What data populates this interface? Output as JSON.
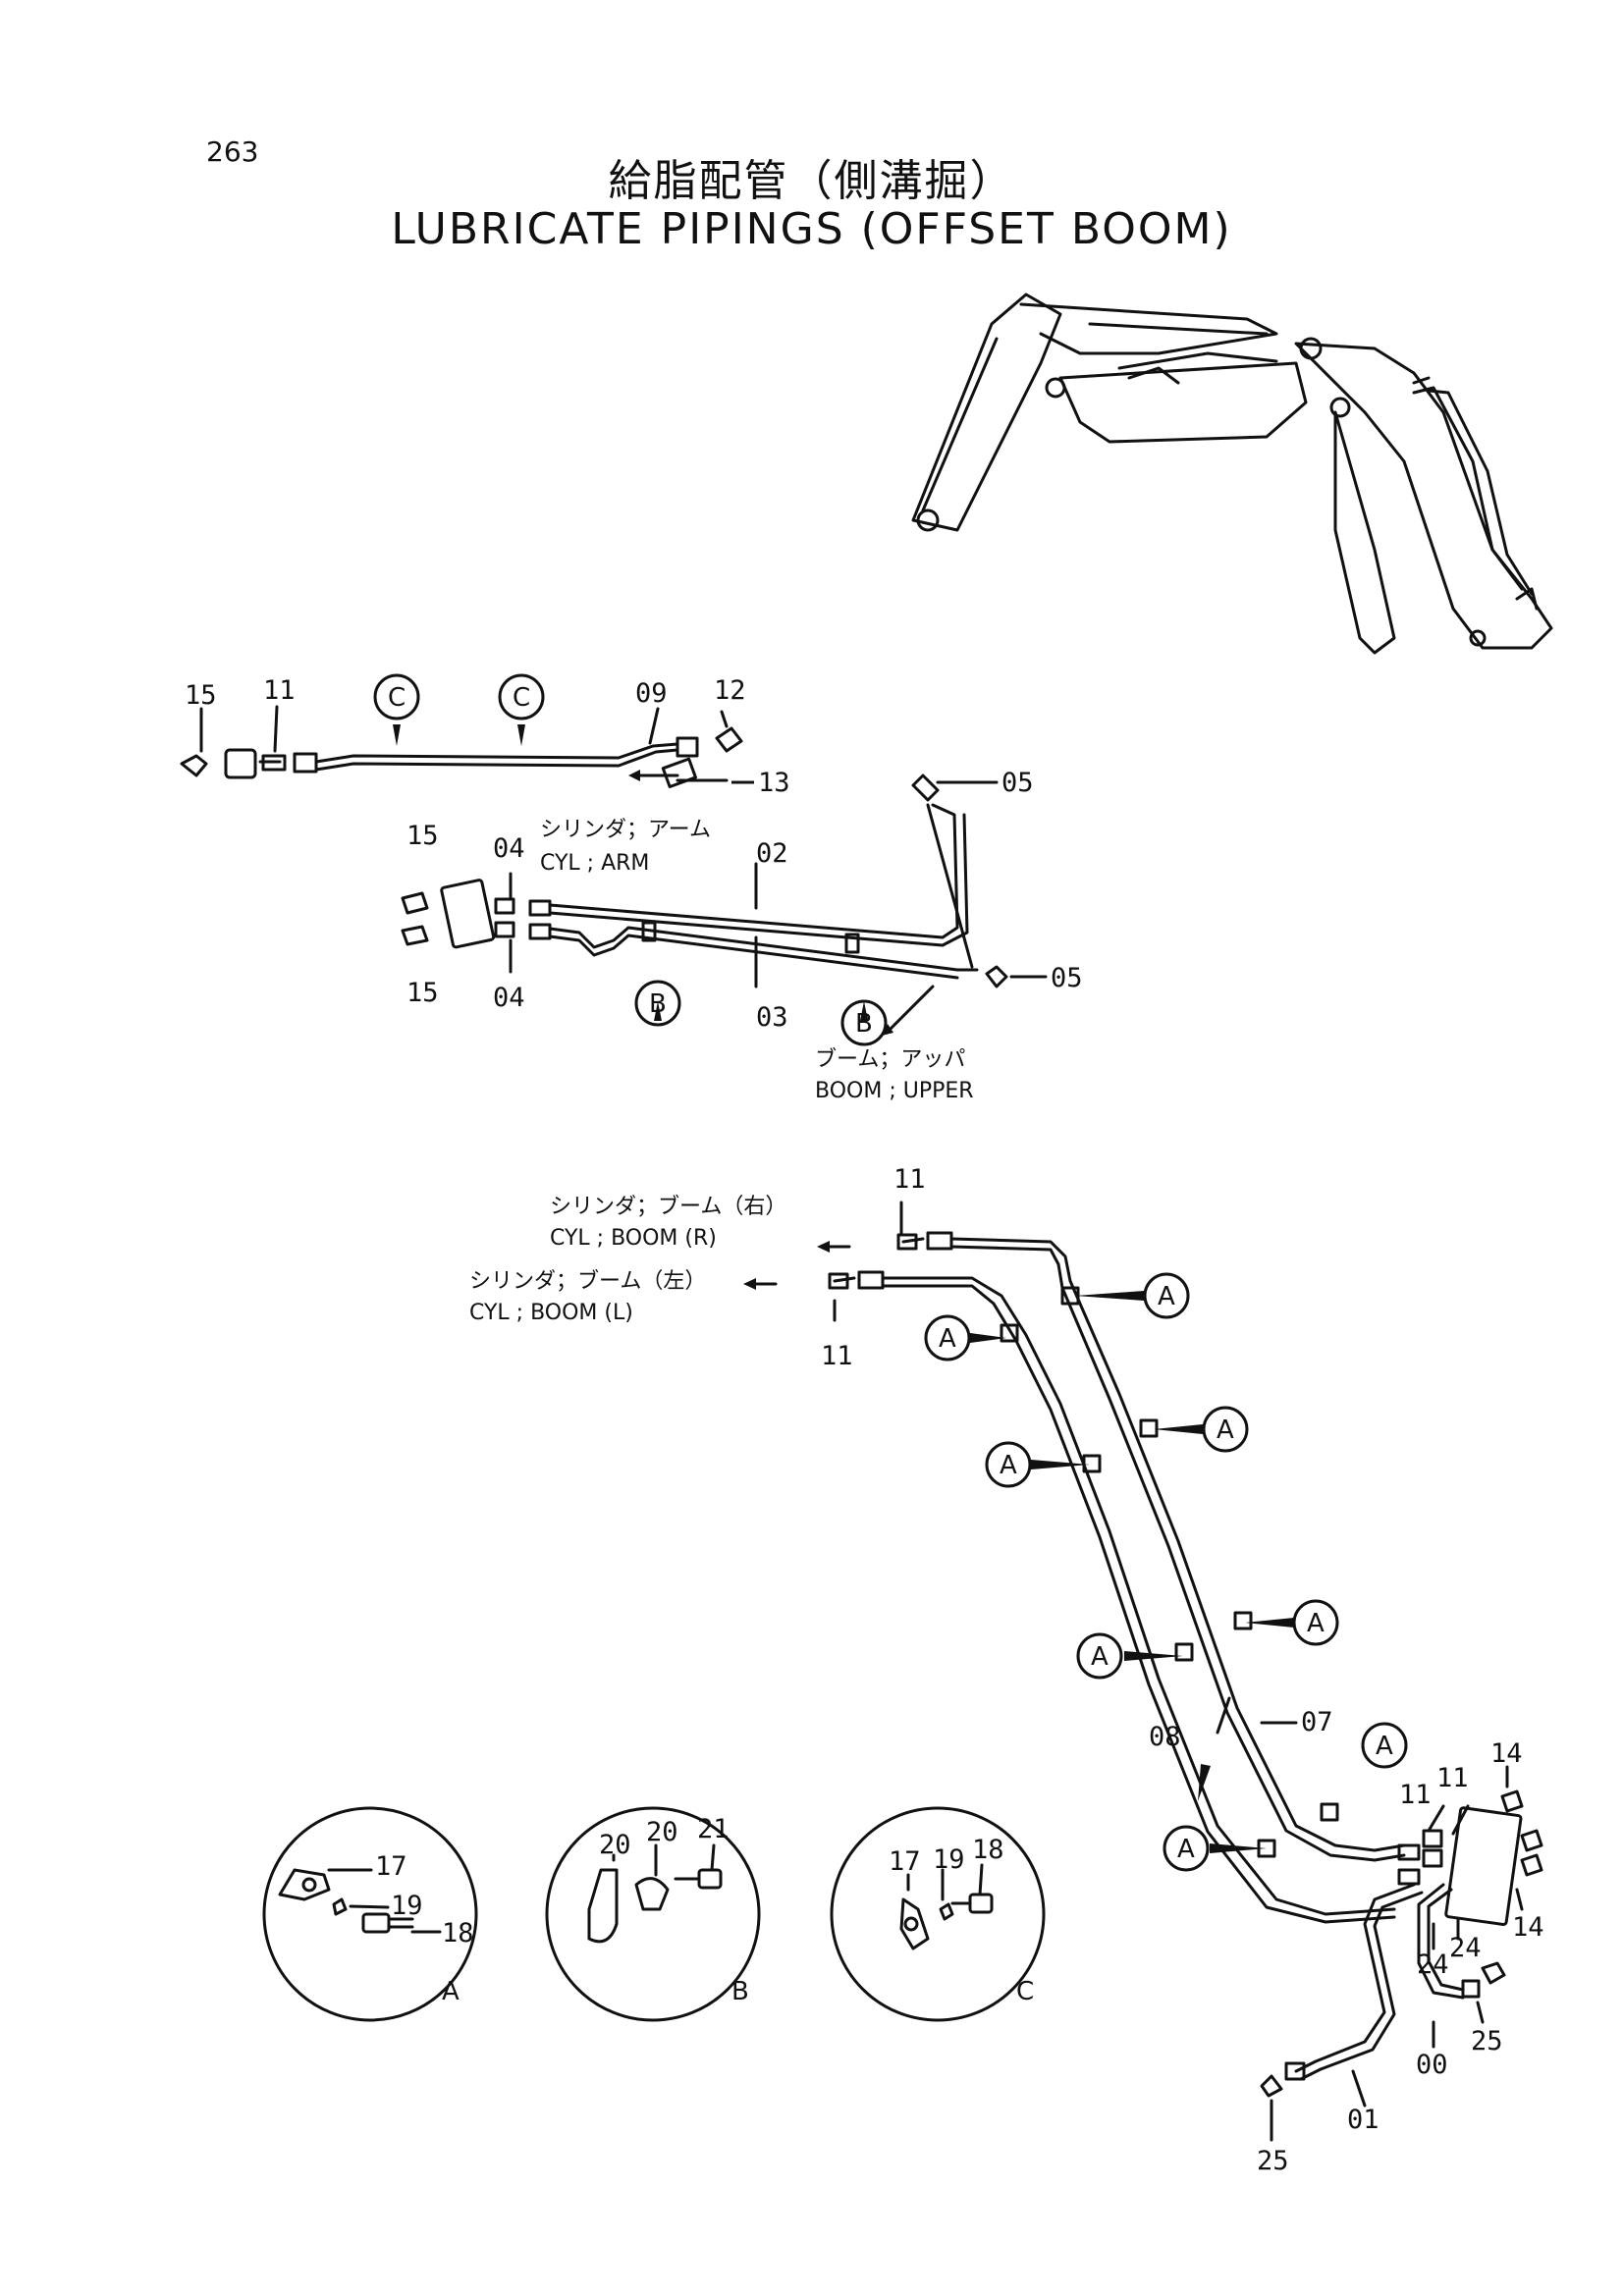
{
  "page_number": "263",
  "title_jp": "給脂配管（側溝掘）",
  "title_en": "LUBRICATE PIPINGS (OFFSET BOOM)",
  "top_group": {
    "parts": [
      "15",
      "11",
      "09",
      "12",
      "13"
    ],
    "clamp": "C",
    "dest_jp": "シリンダ；アーム",
    "dest_en": "CYL ; ARM"
  },
  "mid_group": {
    "parts": [
      "15",
      "15",
      "04",
      "04",
      "02",
      "03",
      "05",
      "05"
    ],
    "clamp": "B",
    "dest_jp": "ブーム；アッパ",
    "dest_en": "BOOM ; UPPER"
  },
  "boom_group": {
    "part_11": "11",
    "cyl_r_jp": "シリンダ；ブーム（右）",
    "cyl_r_en": "CYL ; BOOM (R)",
    "cyl_l_jp": "シリンダ；ブーム（左）",
    "cyl_l_en": "CYL ; BOOM (L)",
    "clamp": "A",
    "parts": [
      "07",
      "08",
      "11",
      "11",
      "14",
      "14",
      "24",
      "24",
      "00",
      "25",
      "01",
      "25"
    ]
  },
  "details": [
    {
      "letter": "A",
      "parts": [
        "17",
        "19",
        "18"
      ]
    },
    {
      "letter": "B",
      "parts": [
        "20",
        "21",
        "20"
      ]
    },
    {
      "letter": "C",
      "parts": [
        "17",
        "19",
        "18"
      ]
    }
  ]
}
